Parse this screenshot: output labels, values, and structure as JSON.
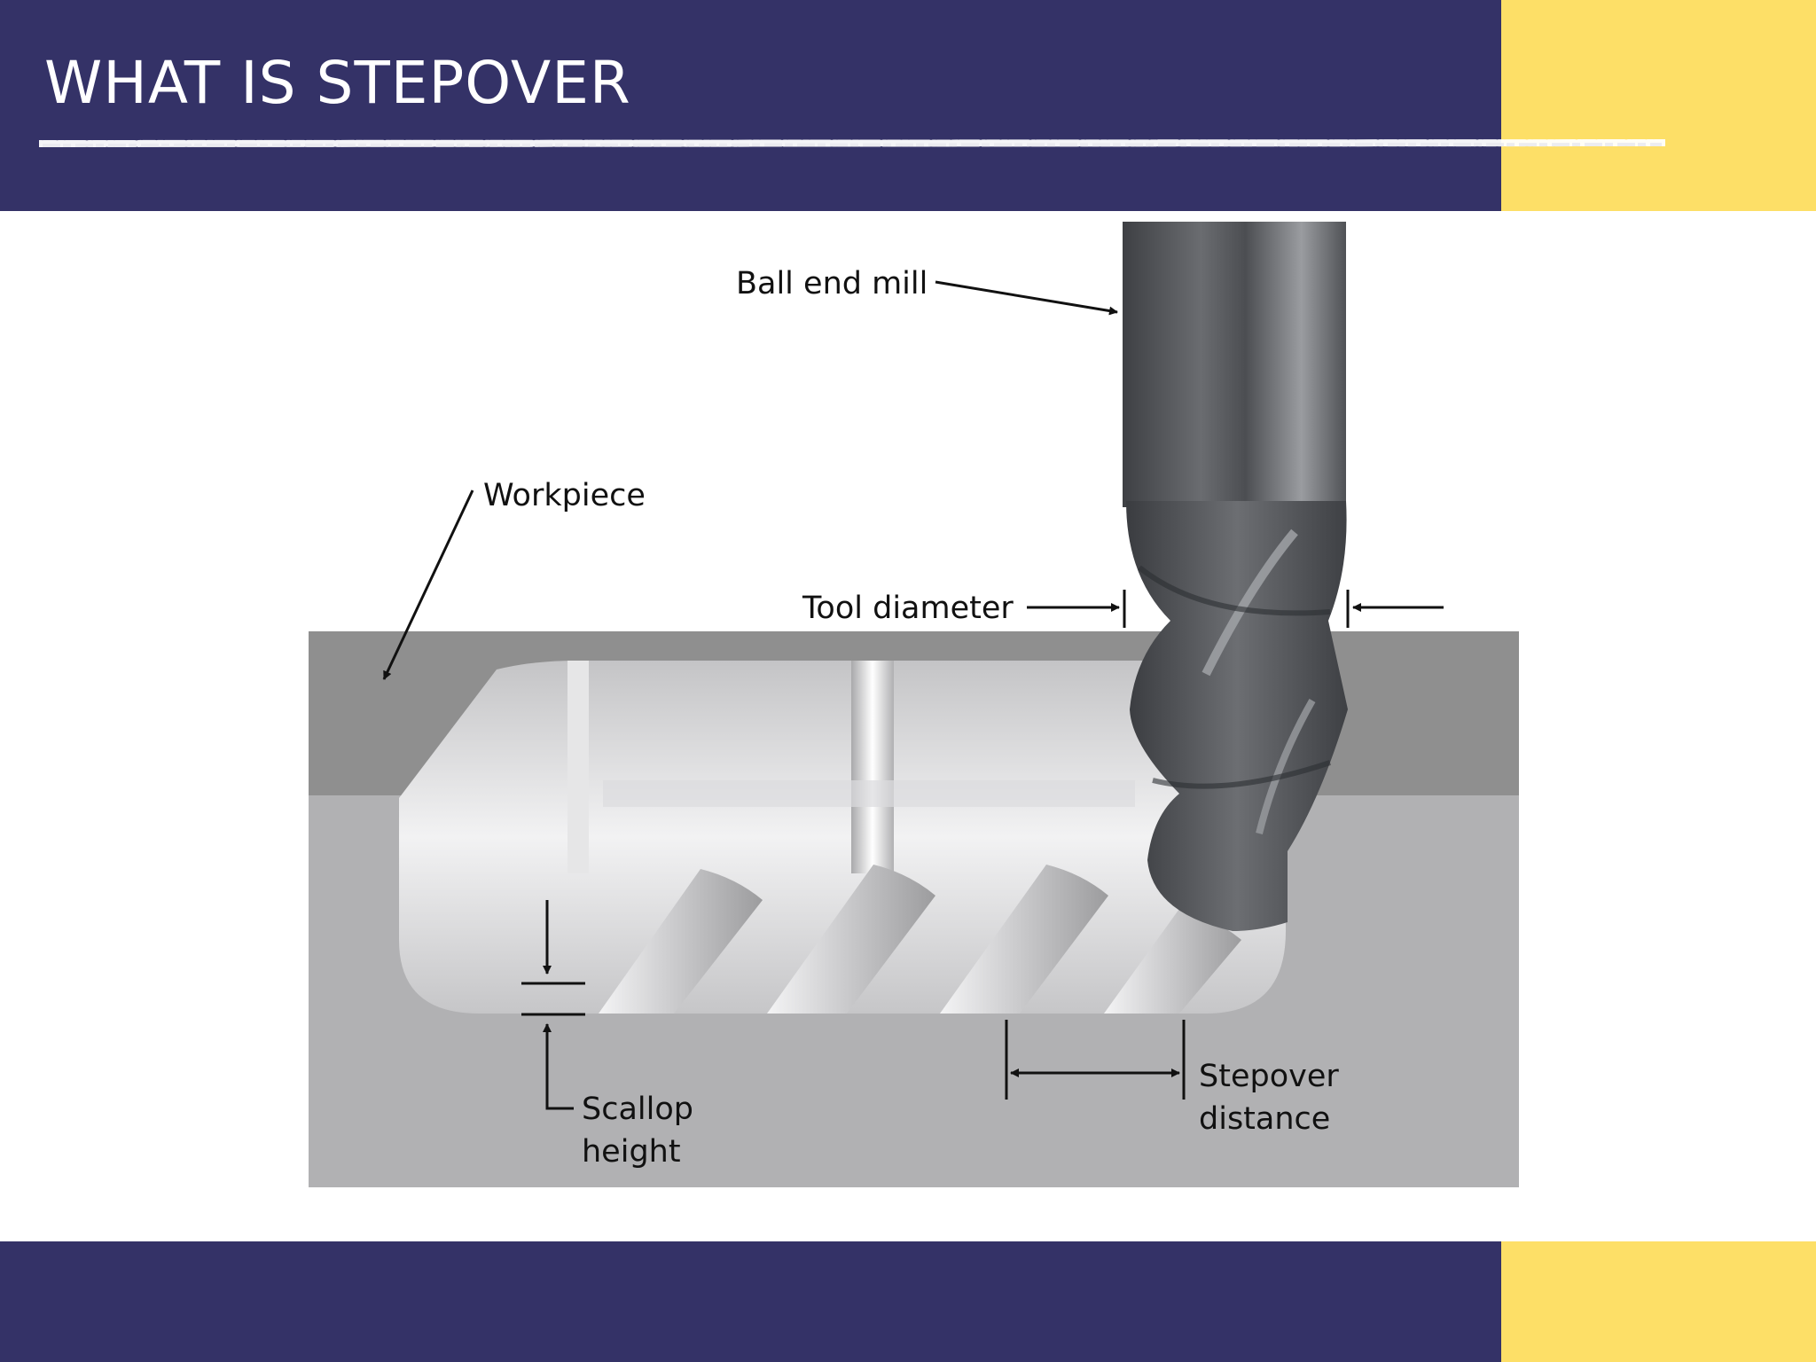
{
  "slide": {
    "title": "WHAT IS STEPOVER"
  },
  "colors": {
    "navy": "#343267",
    "yellow": "#fddf67",
    "workpiece_top": "#8f8f8f",
    "workpiece_face": "#b1b1b3",
    "tool": "#5a5c60"
  },
  "diagram": {
    "labels": {
      "ball_end_mill": "Ball end mill",
      "workpiece": "Workpiece",
      "tool_diameter": "Tool diameter",
      "scallop_line1": "Scallop",
      "scallop_line2": "height",
      "stepover_line1": "Stepover",
      "stepover_line2": "distance"
    }
  }
}
